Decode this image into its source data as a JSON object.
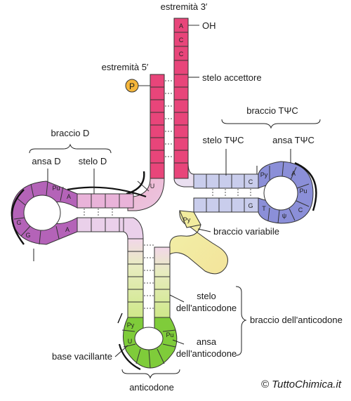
{
  "labels": {
    "end3": "estremità 3′",
    "oh": "OH",
    "end5": "estremità 5′",
    "phosphate": "P",
    "acceptor_stem": "stelo accettore",
    "tpsic_arm": "braccio TΨC",
    "tpsic_stem": "stelo TΨC",
    "tpsic_loop": "ansa TΨC",
    "d_arm": "braccio D",
    "d_loop": "ansa D",
    "d_stem": "stelo D",
    "variable_arm": "braccio variabile",
    "anticodon_stem_1": "stelo",
    "anticodon_stem_2": "dell'anticodone",
    "anticodon_arm": "braccio dell'anticodone",
    "anticodon_loop_1": "ansa",
    "anticodon_loop_2": "dell'anticodone",
    "wobble_base": "base vacillante",
    "anticodon": "anticodone",
    "credit": "© TuttoChimica.it"
  },
  "bases": {
    "acceptor_1": "A",
    "acceptor_2": "C",
    "acceptor_3": "C",
    "u_junction": "U",
    "d_pu": "Pu",
    "d_a1": "A",
    "d_g1": "G",
    "d_g2": "G",
    "d_a2": "A",
    "t_c": "C",
    "t_g": "G",
    "t_py": "Py",
    "t_a": "A",
    "t_pu": "Pu",
    "t_c2": "C",
    "t_psi": "ψ",
    "t_t": "T",
    "var_py": "Py",
    "ac_py": "Py",
    "ac_u": "U",
    "ac_pu": "Pu"
  },
  "colors": {
    "acceptor": "#e8457a",
    "d_arm": "#b463b8",
    "d_arm_light": "#e9b3d9",
    "tpsic_stem": "#c9cdec",
    "tpsic_loop": "#8b8fd8",
    "variable": "#f3e49b",
    "anticodon_stem": "#d4e98a",
    "anticodon_loop": "#7fcc3a",
    "phosphate": "#f5b63b"
  }
}
